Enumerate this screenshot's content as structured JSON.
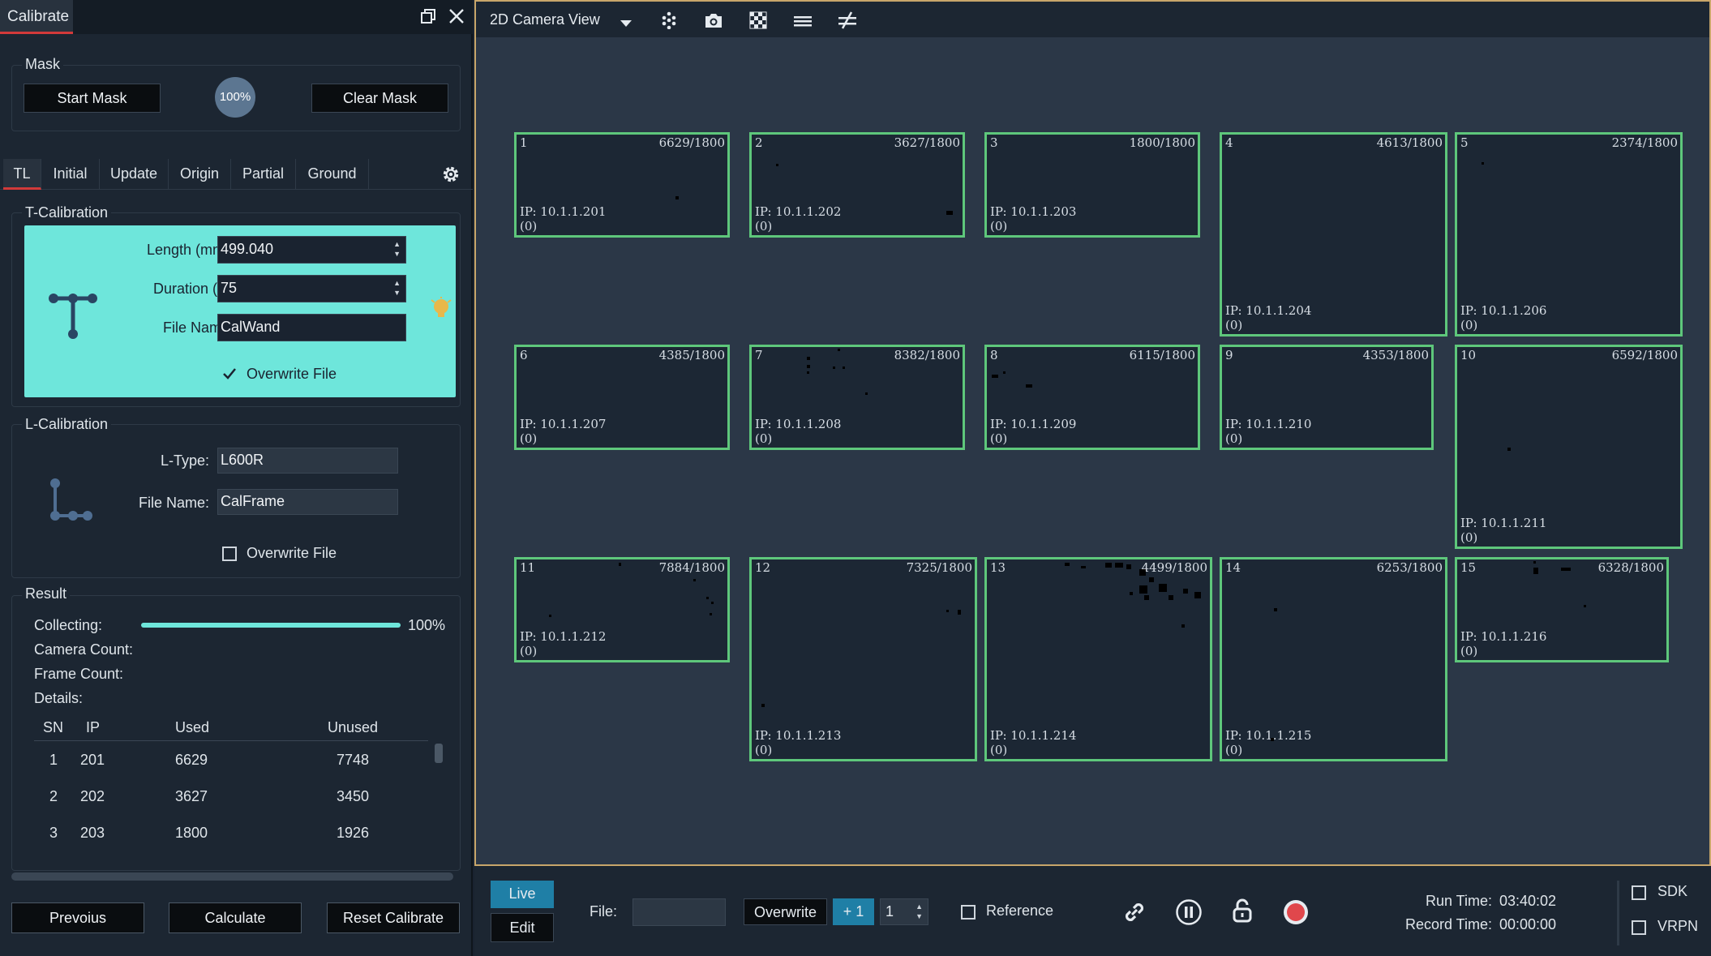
{
  "panel": {
    "title": "Calibrate"
  },
  "mask": {
    "group_label": "Mask",
    "start_label": "Start Mask",
    "clear_label": "Clear Mask",
    "percent": "100%"
  },
  "tabs": [
    "TL",
    "Initial",
    "Update",
    "Origin",
    "Partial",
    "Ground"
  ],
  "tcal": {
    "group_label": "T-Calibration",
    "length_label": "Length (mm):",
    "length_value": "499.040",
    "duration_label": "Duration (s):",
    "duration_value": "75",
    "file_label": "File Name:",
    "file_value": "CalWand",
    "overwrite_label": "Overwrite File",
    "overwrite_checked": true
  },
  "lcal": {
    "group_label": "L-Calibration",
    "ltype_label": "L-Type:",
    "ltype_value": "L600R",
    "file_label": "File Name:",
    "file_value": "CalFrame",
    "overwrite_label": "Overwrite File",
    "overwrite_checked": false
  },
  "result": {
    "group_label": "Result",
    "collecting_label": "Collecting:",
    "collecting_value": "100%",
    "collecting_progress": 1.0,
    "camera_count_label": "Camera Count:",
    "frame_count_label": "Frame Count:",
    "details_label": "Details:",
    "columns": [
      "SN",
      "IP",
      "Used",
      "Unused"
    ],
    "rows": [
      [
        "1",
        "201",
        "6629",
        "7748"
      ],
      [
        "2",
        "202",
        "3627",
        "3450"
      ],
      [
        "3",
        "203",
        "1800",
        "1926"
      ]
    ]
  },
  "footer_buttons": {
    "previous": "Prevoius",
    "calculate": "Calculate",
    "reset": "Reset Calibrate"
  },
  "view": {
    "title": "2D Camera View",
    "icons": [
      "dropdown-icon",
      "markers-icon",
      "camera-icon",
      "checker-icon",
      "lines-icon",
      "not-equal-icon"
    ]
  },
  "cameras": [
    {
      "num": "1",
      "count": "6629/1800",
      "ip": "IP: 10.1.1.201",
      "zero": "(0)"
    },
    {
      "num": "2",
      "count": "3627/1800",
      "ip": "IP: 10.1.1.202",
      "zero": "(0)"
    },
    {
      "num": "3",
      "count": "1800/1800",
      "ip": "IP: 10.1.1.203",
      "zero": "(0)"
    },
    {
      "num": "4",
      "count": "4613/1800",
      "ip": "IP: 10.1.1.204",
      "zero": "(0)"
    },
    {
      "num": "5",
      "count": "2374/1800",
      "ip": "IP: 10.1.1.206",
      "zero": "(0)"
    },
    {
      "num": "6",
      "count": "4385/1800",
      "ip": "IP: 10.1.1.207",
      "zero": "(0)"
    },
    {
      "num": "7",
      "count": "8382/1800",
      "ip": "IP: 10.1.1.208",
      "zero": "(0)"
    },
    {
      "num": "8",
      "count": "6115/1800",
      "ip": "IP: 10.1.1.209",
      "zero": "(0)"
    },
    {
      "num": "9",
      "count": "4353/1800",
      "ip": "IP: 10.1.1.210",
      "zero": "(0)"
    },
    {
      "num": "10",
      "count": "6592/1800",
      "ip": "IP: 10.1.1.211",
      "zero": "(0)"
    },
    {
      "num": "11",
      "count": "7884/1800",
      "ip": "IP: 10.1.1.212",
      "zero": "(0)"
    },
    {
      "num": "12",
      "count": "7325/1800",
      "ip": "IP: 10.1.1.213",
      "zero": "(0)"
    },
    {
      "num": "13",
      "count": "4499/1800",
      "ip": "IP: 10.1.1.214",
      "zero": "(0)"
    },
    {
      "num": "14",
      "count": "6253/1800",
      "ip": "IP: 10.1.1.215",
      "zero": "(0)"
    },
    {
      "num": "15",
      "count": "6328/1800",
      "ip": "IP: 10.1.1.216",
      "zero": "(0)"
    }
  ],
  "bottom": {
    "live_label": "Live",
    "edit_label": "Edit",
    "file_label": "File:",
    "file_value": "",
    "overwrite_label": "Overwrite",
    "plus_label": "+ 1",
    "counter_value": "1",
    "reference_label": "Reference",
    "run_time_label": "Run Time:",
    "run_time_value": "03:40:02",
    "record_time_label": "Record Time:",
    "record_time_value": "00:00:00",
    "sdk_label": "SDK",
    "vrpn_label": "VRPN"
  },
  "colors": {
    "accent_teal": "#6ee6db",
    "camera_border": "#5ec77b",
    "record_red": "#e0474c",
    "live_blue": "#1f7fa6"
  }
}
